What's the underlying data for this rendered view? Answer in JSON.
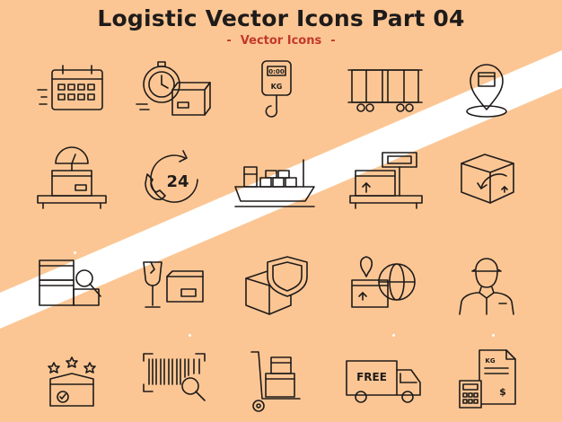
{
  "title": "Logistic Vector Icons Part 04",
  "subtitle": {
    "dash_left": "-",
    "text": "Vector Icons",
    "dash_right": "-"
  },
  "colors": {
    "background": "#fcc694",
    "stripe": "#ffffff",
    "line": "#1e1b1a",
    "subtitle": "#c0392b"
  },
  "icon_labels": {
    "scale_readout": "0:00",
    "scale_unit": "KG",
    "clock_24": "24",
    "truck_free": "FREE",
    "invoice_weight": "KG",
    "invoice_currency": "$"
  },
  "icons": [
    "calendar-delivery-icon",
    "stopwatch-parcel-icon",
    "hanging-scale-icon",
    "freight-wagon-icon",
    "location-pin-parcel-icon",
    "weighing-parcel-icon",
    "24-hour-service-icon",
    "cargo-ship-icon",
    "platform-scale-icon",
    "return-box-icon",
    "box-inspection-icon",
    "fragile-glass-icon",
    "shield-box-icon",
    "global-location-box-icon",
    "courier-person-icon",
    "rated-box-icon",
    "barcode-scan-icon",
    "hand-truck-icon",
    "free-delivery-truck-icon",
    "invoice-calculator-icon"
  ]
}
